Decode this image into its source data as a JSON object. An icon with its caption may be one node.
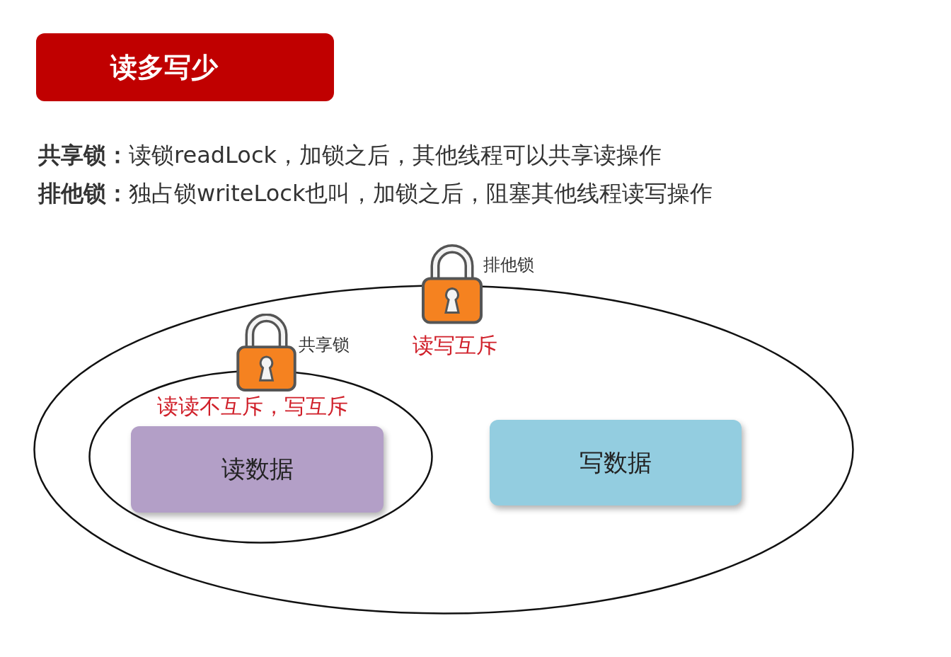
{
  "diagram": {
    "title": "读多写少",
    "nodes": [
      {
        "text": [
          "读写互斥"
        ],
        "beside": [
          "排他锁"
        ]
      },
      {
        "text": [
          "读读不互斥，写互斥"
        ],
        "beside": [
          "共享锁"
        ],
        "in": 0
      },
      {
        "text": [
          "读数据"
        ],
        "in": 1
      },
      {
        "text": [
          "写数据"
        ],
        "in": 0
      }
    ],
    "labels": [
      "**共享锁：**读锁readLock，加锁之后，其他线程可以共享读操作",
      "**排他锁：**独占锁writeLock也叫，加锁之后，阻塞其他线程读写操作"
    ]
  }
}
